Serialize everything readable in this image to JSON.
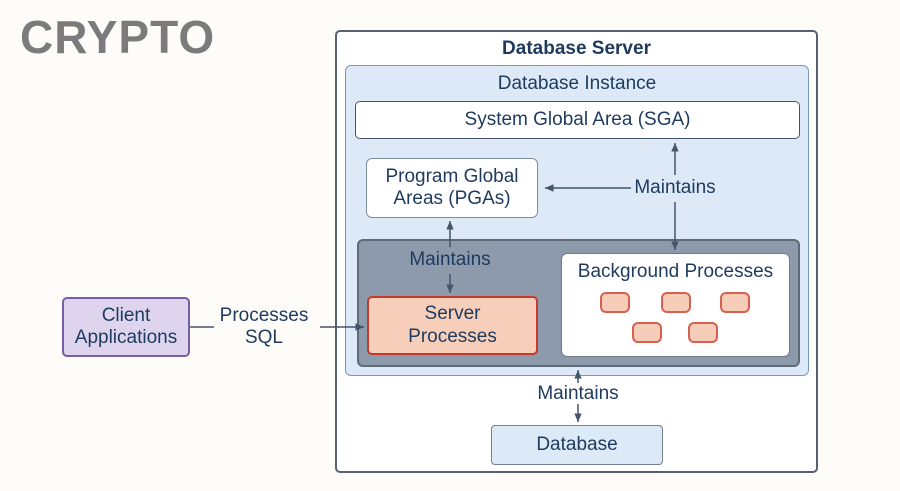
{
  "logo": {
    "text": "CRYPTO",
    "color": "#7b7b7b"
  },
  "diagram": {
    "database_server": {
      "label": "Database Server"
    },
    "database_instance": {
      "label": "Database Instance",
      "fill": "#dde9f6"
    },
    "sga": {
      "label": "System Global Area (SGA)",
      "fill": "#ffffff"
    },
    "pga": {
      "label": "Program Global Areas (PGAs)",
      "fill": "#ffffff"
    },
    "processes_region": {
      "fill": "#8c9aab"
    },
    "server_processes": {
      "label": "Server Processes",
      "fill": "#f6ceba",
      "border": "#c03b2d"
    },
    "background_processes": {
      "label": "Background Processes",
      "chip_count": 5,
      "chip_fill": "#f5cdb9",
      "chip_border": "#d9604f"
    },
    "client_applications": {
      "label": "Client Applications",
      "fill": "#ded4ee",
      "border": "#7a5da8"
    },
    "database": {
      "label": "Database",
      "fill": "#dce9f6"
    },
    "edges": {
      "maintains_sga": {
        "label": "Maintains"
      },
      "maintains_pga_server": {
        "label": "Maintains"
      },
      "maintains_database": {
        "label": "Maintains"
      },
      "processes_sql": {
        "label": "Processes SQL"
      }
    },
    "arrow_color": "#43546b",
    "text_color": "#1f3a5f"
  }
}
